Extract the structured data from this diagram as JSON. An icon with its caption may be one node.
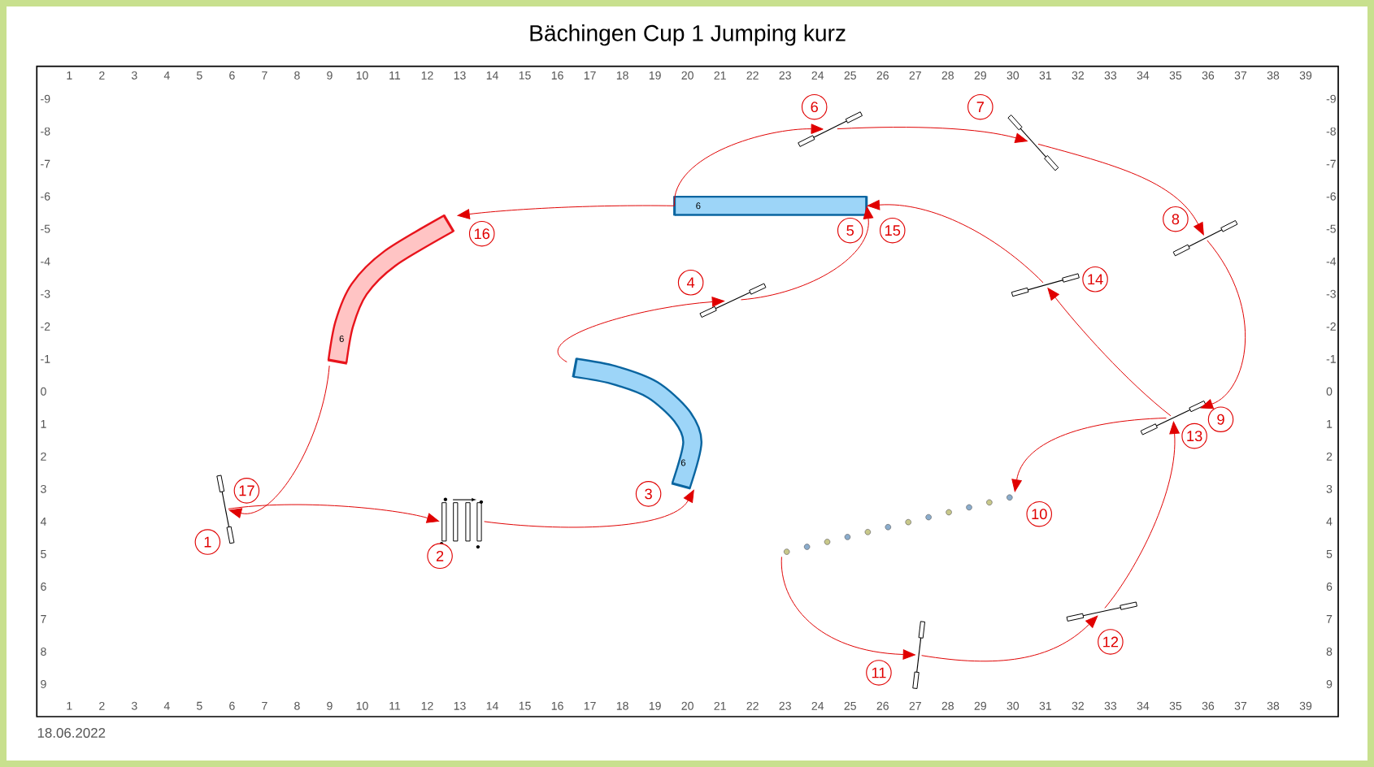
{
  "diagram": {
    "title": "Bächingen Cup 1 Jumping kurz",
    "nodes": [
      {
        "text": [],
        "shape": "bar"
      },
      {
        "text": [],
        "shape": "picture"
      },
      {
        "text": [
          "6"
        ]
      },
      {
        "text": [],
        "shape": "bar"
      },
      {
        "text": [
          "6"
        ]
      },
      {
        "text": [],
        "shape": "bar"
      },
      {
        "text": [],
        "shape": "bar"
      },
      {
        "text": [],
        "shape": "bar"
      },
      {
        "text": [],
        "shape": "bar"
      },
      {
        "text": [],
        "shape": "picture"
      },
      {
        "text": [],
        "shape": "bar"
      },
      {
        "text": [],
        "shape": "bar"
      },
      {
        "text": [],
        "shape": "bar"
      },
      {
        "text": [
          "6"
        ]
      },
      {
        "text": [
          "1"
        ]
      },
      {
        "text": [
          "2"
        ]
      },
      {
        "text": [
          "3"
        ]
      },
      {
        "text": [
          "4"
        ]
      },
      {
        "text": [
          "5"
        ]
      },
      {
        "text": [
          "6"
        ]
      },
      {
        "text": [
          "7"
        ]
      },
      {
        "text": [
          "8"
        ]
      },
      {
        "text": [
          "9"
        ]
      },
      {
        "text": [
          "10"
        ]
      },
      {
        "text": [
          "11"
        ]
      },
      {
        "text": [
          "12"
        ]
      },
      {
        "text": [
          "13"
        ]
      },
      {
        "text": [
          "14"
        ]
      },
      {
        "text": [
          "15"
        ]
      },
      {
        "text": [
          "16"
        ]
      },
      {
        "text": [
          "17"
        ]
      }
    ],
    "edges": [
      {
        "from": 0,
        "to": 1,
        "arrow": "to"
      },
      {
        "from": 1,
        "to": 2,
        "arrow": "to"
      },
      {
        "from": 2,
        "to": 3,
        "arrow": "to"
      },
      {
        "from": 3,
        "to": 4,
        "arrow": "to"
      },
      {
        "from": 4,
        "to": 5,
        "arrow": "to"
      },
      {
        "from": 5,
        "to": 6,
        "arrow": "to"
      },
      {
        "from": 6,
        "to": 7,
        "arrow": "to"
      },
      {
        "from": 7,
        "to": 8,
        "arrow": "to"
      },
      {
        "from": 8,
        "to": 9,
        "arrow": "to"
      },
      {
        "from": 9,
        "to": 10,
        "arrow": "to"
      },
      {
        "from": 10,
        "to": 11,
        "arrow": "to"
      },
      {
        "from": 11,
        "to": 8,
        "arrow": "to"
      },
      {
        "from": 8,
        "to": 12,
        "arrow": "to"
      },
      {
        "from": 12,
        "to": 4,
        "arrow": "to"
      },
      {
        "from": 4,
        "to": 13,
        "arrow": "to"
      },
      {
        "from": 13,
        "to": 0,
        "arrow": "to"
      }
    ],
    "labels": [
      "1",
      "2",
      "3",
      "4",
      "5",
      "6",
      "7",
      "8",
      "9",
      "10",
      "11",
      "12",
      "13",
      "14",
      "15",
      "16",
      "17",
      "18",
      "19",
      "20",
      "21",
      "22",
      "23",
      "24",
      "25",
      "26",
      "27",
      "28",
      "29",
      "30",
      "31",
      "32",
      "33",
      "34",
      "35",
      "36",
      "37",
      "38",
      "39",
      "-9",
      "-9",
      "-8",
      "-8",
      "-7",
      "-7",
      "-6",
      "-6",
      "-5",
      "-5",
      "-4",
      "-4",
      "-3",
      "-3",
      "-2",
      "-2",
      "-1",
      "-1",
      "0",
      "0",
      "1",
      "1",
      "2",
      "2",
      "3",
      "3",
      "4",
      "4",
      "5",
      "5",
      "6",
      "6",
      "7",
      "7",
      "8",
      "8",
      "9",
      "9",
      "1",
      "2",
      "3",
      "4",
      "5",
      "6",
      "7",
      "8",
      "9",
      "10",
      "11",
      "12",
      "13",
      "14",
      "15",
      "16",
      "17",
      "18",
      "19",
      "20",
      "21",
      "22",
      "23",
      "24",
      "25",
      "26",
      "27",
      "28",
      "29",
      "30",
      "31",
      "32",
      "33",
      "34",
      "35",
      "36",
      "37",
      "38",
      "39",
      "18.06.2022"
    ]
  }
}
